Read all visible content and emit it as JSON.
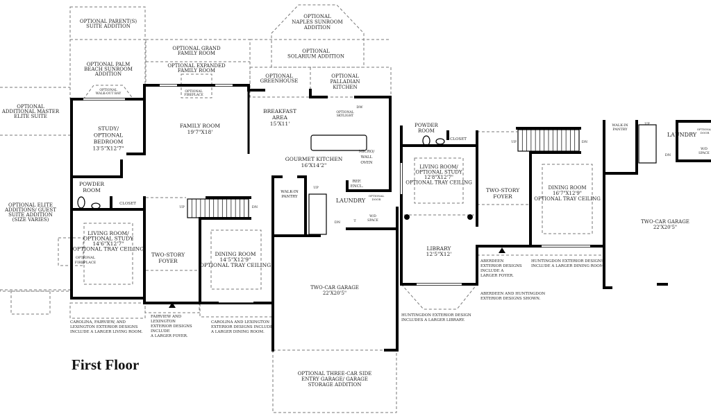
{
  "title": "First Floor",
  "colors": {
    "wall": "#000000",
    "optional_outline": "#777777",
    "text": "#222222"
  },
  "labels": {
    "parent_suite": [
      "OPTIONAL PARENT(S)",
      "SUITE ADDITION"
    ],
    "palm_beach": [
      "OPTIONAL PALM",
      "BEACH SUNROOM",
      "ADDITION"
    ],
    "walk_out_bay": [
      "OPTIONAL",
      "WALK-OUT BAY"
    ],
    "master_elite": [
      "OPTIONAL",
      "ADDITIONAL MASTER",
      "ELITE SUITE"
    ],
    "grand_family": [
      "OPTIONAL GRAND",
      "FAMILY ROOM"
    ],
    "expanded_family": [
      "OPTIONAL EXPANDED",
      "FAMILY ROOM"
    ],
    "fireplace_family": [
      "OPTIONAL",
      "FIREPLACE"
    ],
    "family_room": [
      "FAMILY ROOM",
      "19'7\"X18'"
    ],
    "study": [
      "STUDY/",
      "OPTIONAL",
      "BEDROOM",
      "13'5\"X12'7\""
    ],
    "naples": [
      "OPTIONAL",
      "NAPLES SUNROOM",
      "ADDITION"
    ],
    "solarium": [
      "OPTIONAL",
      "SOLARIUM ADDITION"
    ],
    "greenhouse": [
      "OPTIONAL",
      "GREENHOUSE"
    ],
    "palladian": [
      "OPTIONAL",
      "PALLADIAN",
      "KITCHEN"
    ],
    "skylight": [
      "OPTIONAL",
      "SKYLIGHT"
    ],
    "dw": [
      "DW"
    ],
    "breakfast": [
      "BREAKFAST",
      "AREA",
      "15'X11'"
    ],
    "gourmet": [
      "GOURMET KITCHEN",
      "16'X14'2\""
    ],
    "micro": [
      "MICRO/",
      "WALL",
      "OVEN"
    ],
    "ref": [
      "REF.",
      "ENCL."
    ],
    "pantry": [
      "WALK-IN",
      "PANTRY"
    ],
    "laundry": [
      "LAUNDRY"
    ],
    "opt_door": [
      "OPTIONAL",
      "DOOR"
    ],
    "wd": [
      "W/D",
      "SPACE"
    ],
    "t": [
      "T"
    ],
    "powder": [
      "POWDER",
      "ROOM"
    ],
    "closet": [
      "CLOSET"
    ],
    "elite_guest": [
      "OPTIONAL ELITE",
      "ADDITIONS/ GUEST",
      "SUITE ADDITION",
      "(SIZE VARIES)"
    ],
    "living": [
      "LIVING ROOM/",
      "OPTIONAL STUDY",
      "14'6\"X12'7\"",
      "OPTIONAL TRAY CEILING"
    ],
    "fireplace_living": [
      "OPTIONAL",
      "FIREPLACE"
    ],
    "foyer": [
      "TWO-STORY",
      "FOYER"
    ],
    "dining": [
      "DINING ROOM",
      "14'5\"X12'9\"",
      "OPTIONAL TRAY CEILING"
    ],
    "garage": [
      "TWO-CAR GARAGE",
      "22'X20'5\""
    ],
    "three_car": [
      "OPTIONAL THREE-CAR SIDE",
      "ENTRY GARAGE/ GARAGE",
      "STORAGE ADDITION"
    ],
    "up1": [
      "UP"
    ],
    "dn1": [
      "DN"
    ],
    "up2": [
      "UP"
    ],
    "dn2": [
      "DN"
    ],
    "note_carolina_fairview": [
      "CAROLINA, FAIRVIEW, AND",
      "LEXINGTON EXTERIOR DESIGNS",
      "INCLUDE A LARGER LIVING ROOM."
    ],
    "note_fairview": [
      "FAIRVIEW AND",
      "LEXINGTON",
      "EXTERIOR DESIGNS",
      "INCLUDE",
      "A LARGER FOYER."
    ],
    "note_carolina_lex": [
      "CAROLINA AND LEXINGTON",
      "EXTERIOR DESIGNS INCLUDE",
      "A LARGER DINING ROOM."
    ],
    "r_powder": [
      "POWDER",
      "ROOM"
    ],
    "r_closet": [
      "CLOSET"
    ],
    "r_living": [
      "LIVING ROOM/",
      "OPTIONAL STUDY",
      "12'8\"X12'7\"",
      "OPTIONAL TRAY CEILING"
    ],
    "r_foyer": [
      "TWO-STORY",
      "FOYER"
    ],
    "r_dining": [
      "DINING ROOM",
      "16'7\"X12'9\"",
      "OPTIONAL TRAY CEILING"
    ],
    "r_pantry": [
      "WALK-IN",
      "PANTRY"
    ],
    "r_laundry": [
      "LAUNDRY"
    ],
    "r_opt_door": [
      "OPTIONAL",
      "DOOR"
    ],
    "r_wd": [
      "W/D",
      "SPACE"
    ],
    "r_library": [
      "LIBRARY",
      "12'5\"X12'"
    ],
    "r_garage": [
      "TWO-CAR GARAGE",
      "22'X20'5\""
    ],
    "r_up1": [
      "UP"
    ],
    "r_dn1": [
      "DN"
    ],
    "r_up2": [
      "UP"
    ],
    "r_dn2": [
      "DN"
    ],
    "note_aberdeen": [
      "ABERDEEN",
      "EXTERIOR DESIGNS",
      "INCLUDE A",
      "LARGER FOYER."
    ],
    "note_huntingdon_dining": [
      "HUNTINGDON EXTERIOR DESIGNS",
      "INCLUDE A LARGER DINING ROOM."
    ],
    "note_aberdeen_huntingdon": [
      "ABERDEEN AND HUNTINGDON",
      "EXTERIOR DESIGNS SHOWN."
    ],
    "note_huntingdon_library": [
      "HUNTINGDON EXTERIOR DESIGN",
      "INCLUDES A LARGER LIBRARY."
    ]
  }
}
